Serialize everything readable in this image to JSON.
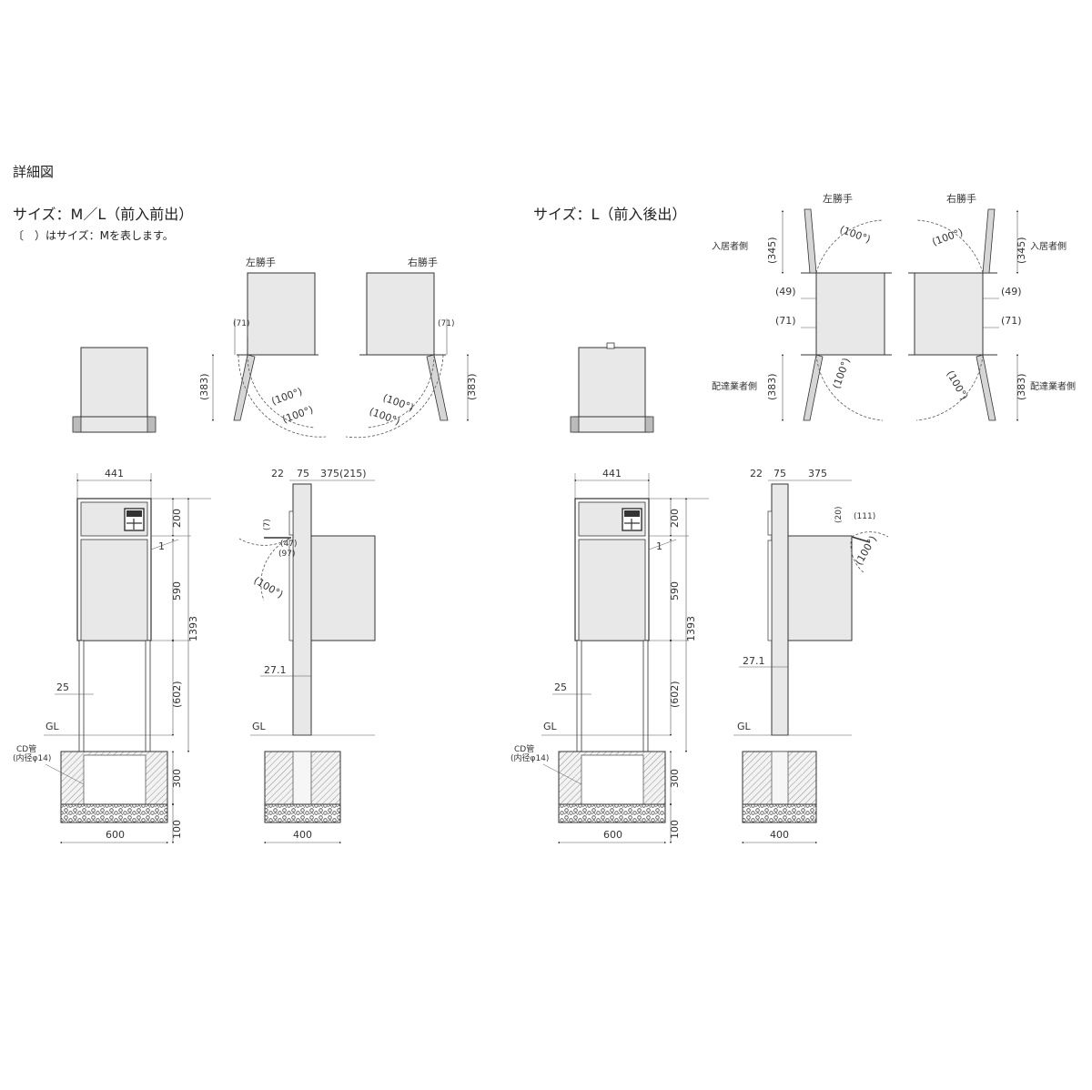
{
  "page": {
    "title": "詳細図"
  },
  "left": {
    "heading": "サイズ：M／L（前入前出）",
    "note": "〔　）はサイズ：Mを表します。",
    "plan_left_label": "左勝手",
    "plan_right_label": "右勝手",
    "dim_71": "(71)",
    "dim_383": "(383)",
    "angle_100": "(100°)",
    "front": {
      "width_top": "441",
      "h200": "200",
      "h590": "590",
      "h602": "(602)",
      "h1393": "1393",
      "h300": "300",
      "h100": "100",
      "gap1": "1",
      "post25": "25",
      "gl": "GL",
      "cd_pipe": "CD管",
      "cd_pipe_dia": "(内径φ14)",
      "base600": "600"
    },
    "side": {
      "d22": "22",
      "d75": "75",
      "d375": "375(215)",
      "d7": "(7)",
      "d47": "(47)",
      "d97": "(97)",
      "angle": "(100°)",
      "d27": "27.1",
      "gl": "GL",
      "base400": "400"
    }
  },
  "right": {
    "heading": "サイズ：L（前入後出）",
    "plan_left_label": "左勝手",
    "plan_right_label": "右勝手",
    "resident_side": "入居者側",
    "delivery_side": "配達業者側",
    "dim_345": "(345)",
    "dim_49": "(49)",
    "dim_71": "(71)",
    "dim_383": "(383)",
    "angle_100": "(100°)",
    "front": {
      "width_top": "441",
      "h200": "200",
      "h590": "590",
      "h602": "(602)",
      "h1393": "1393",
      "h300": "300",
      "h100": "100",
      "gap1": "1",
      "post25": "25",
      "gl": "GL",
      "cd_pipe": "CD管",
      "cd_pipe_dia": "(内径φ14)",
      "base600": "600"
    },
    "side": {
      "d22": "22",
      "d75": "75",
      "d375": "375",
      "d20": "(20)",
      "d111": "(111)",
      "angle": "(100°)",
      "d27": "27.1",
      "gl": "GL",
      "base400": "400"
    }
  }
}
